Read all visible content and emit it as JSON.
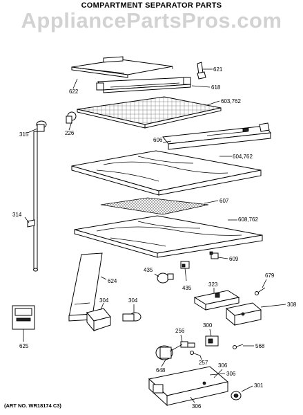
{
  "title": "COMPARTMENT SEPARATOR PARTS",
  "watermark": "AppliancePartsPros.com",
  "art_number": "(ART NO. WR18174 C3)",
  "labels": {
    "p621": "621",
    "p618": "618",
    "p622": "622",
    "p603": "603,762",
    "p226": "226",
    "p315": "315",
    "p606": "606",
    "p604": "604,762",
    "p607": "607",
    "p314": "314",
    "p608": "608,762",
    "p609": "609",
    "p435a": "435",
    "p435b": "435",
    "p624": "624",
    "p323": "323",
    "p679": "679",
    "p304a": "304",
    "p304b": "304",
    "p308": "308",
    "p625": "625",
    "p256": "256",
    "p300": "300",
    "p568": "568",
    "p257": "257",
    "p648": "648",
    "p306a": "306",
    "p306b": "306",
    "p301": "301",
    "p306c": "306"
  }
}
